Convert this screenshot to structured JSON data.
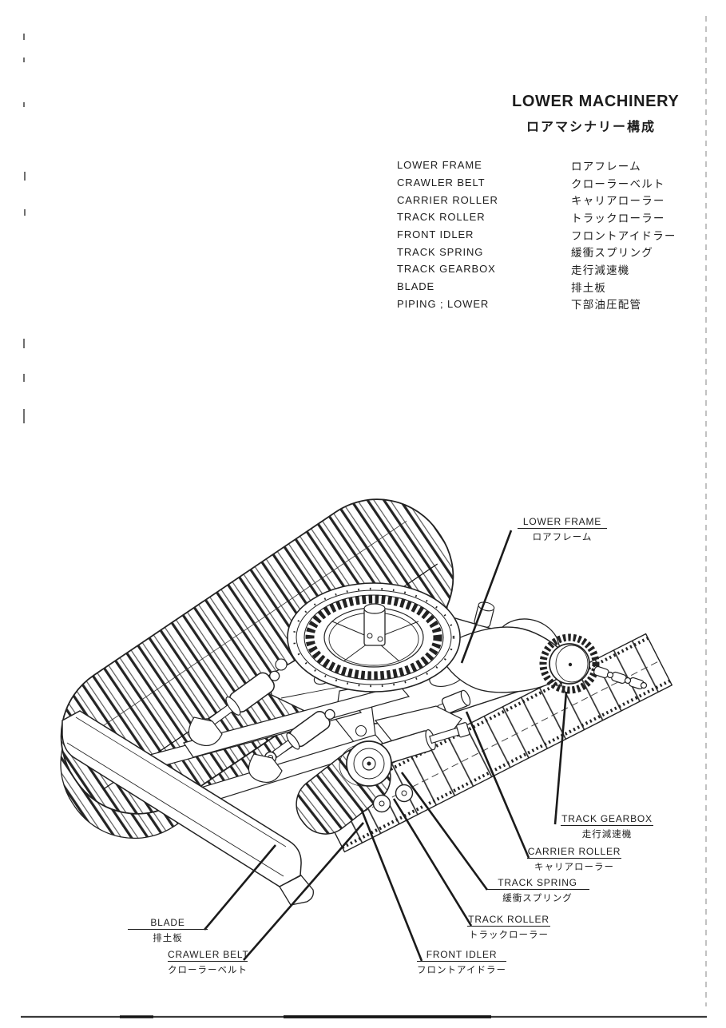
{
  "page": {
    "title": "LOWER MACHINERY",
    "title_jp": "ロアマシナリー構成"
  },
  "parts_list": {
    "items": [
      {
        "en": "LOWER FRAME",
        "jp": "ロアフレーム"
      },
      {
        "en": "CRAWLER BELT",
        "jp": "クローラーベルト"
      },
      {
        "en": "CARRIER ROLLER",
        "jp": "キャリアローラー"
      },
      {
        "en": "TRACK ROLLER",
        "jp": "トラックローラー"
      },
      {
        "en": "FRONT IDLER",
        "jp": "フロントアイドラー"
      },
      {
        "en": "TRACK SPRING",
        "jp": "緩衝スプリング"
      },
      {
        "en": "TRACK GEARBOX",
        "jp": "走行減速機"
      },
      {
        "en": "BLADE",
        "jp": "排土板"
      },
      {
        "en": "PIPING ; LOWER",
        "jp": "下部油圧配管"
      }
    ]
  },
  "callouts": {
    "lower_frame": {
      "en": "LOWER  FRAME",
      "jp": "ロアフレーム"
    },
    "track_gearbox": {
      "en": "TRACK  GEARBOX",
      "jp": "走行減速機"
    },
    "carrier_roller": {
      "en": "CARRIER  ROLLER",
      "jp": "キャリアローラー"
    },
    "track_spring": {
      "en": "TRACK SPRING",
      "jp": "緩衝スプリング"
    },
    "track_roller": {
      "en": "TRACK  ROLLER",
      "jp": "トラックローラー"
    },
    "front_idler": {
      "en": "FRONT  IDLER",
      "jp": "フロントアイドラー"
    },
    "crawler_belt": {
      "en": "CRAWLER BELT",
      "jp": "クローラーベルト"
    },
    "blade": {
      "en": "BLADE",
      "jp": "排土板"
    }
  },
  "colors": {
    "ink": "#1c1c1c",
    "paper": "#ffffff"
  }
}
